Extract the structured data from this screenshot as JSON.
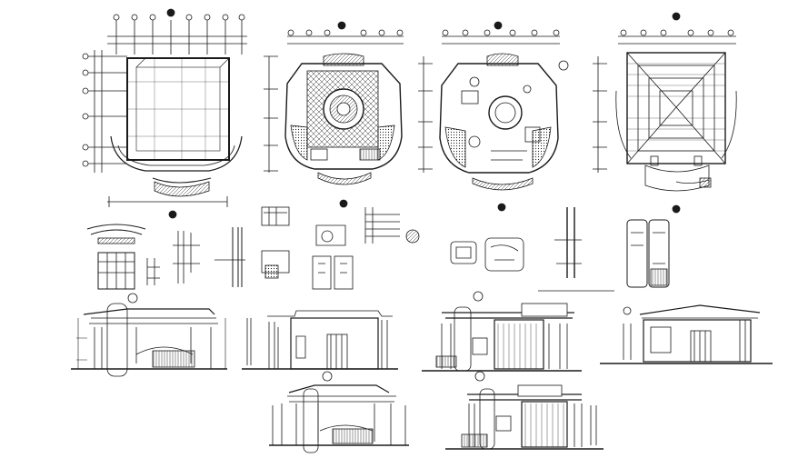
{
  "sheet": {
    "background": "#ffffff",
    "ink": "#1a1a1a",
    "panels": [
      "first-floor-plan",
      "furniture-plan",
      "equipment-plan",
      "roof-plan",
      "detail-row",
      "front-elevation",
      "side-elevation-1",
      "rear-elevation",
      "side-elevation-2",
      "lower-elevation-1",
      "lower-elevation-2"
    ]
  }
}
